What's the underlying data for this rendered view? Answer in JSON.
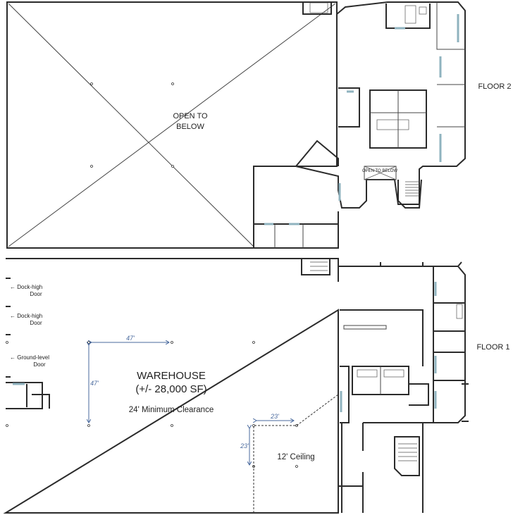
{
  "floor2": {
    "label": "FLOOR 2",
    "open_to_below_line1": "OPEN TO",
    "open_to_below_line2": "BELOW",
    "small_open_to_below": "OPEN TO BELOW"
  },
  "floor1": {
    "label": "FLOOR 1",
    "doors": [
      {
        "line1": "← Dock-high",
        "line2": "Door"
      },
      {
        "line1": "← Dock-high",
        "line2": "Door"
      },
      {
        "line1": "← Ground-level",
        "line2": "Door"
      }
    ],
    "warehouse_title": "WAREHOUSE",
    "warehouse_area": "(+/- 28,000 SF)",
    "clearance": "24' Minimum Clearance",
    "column_spacing_h": "47'",
    "column_spacing_v": "47'",
    "ceiling_spacing_h": "23'",
    "ceiling_spacing_v": "23'",
    "ceiling_note": "12' Ceiling"
  },
  "colors": {
    "walls": "#2b2b2b",
    "glazing": "#8fb3bf",
    "dimensions": "#4a6a9e"
  }
}
